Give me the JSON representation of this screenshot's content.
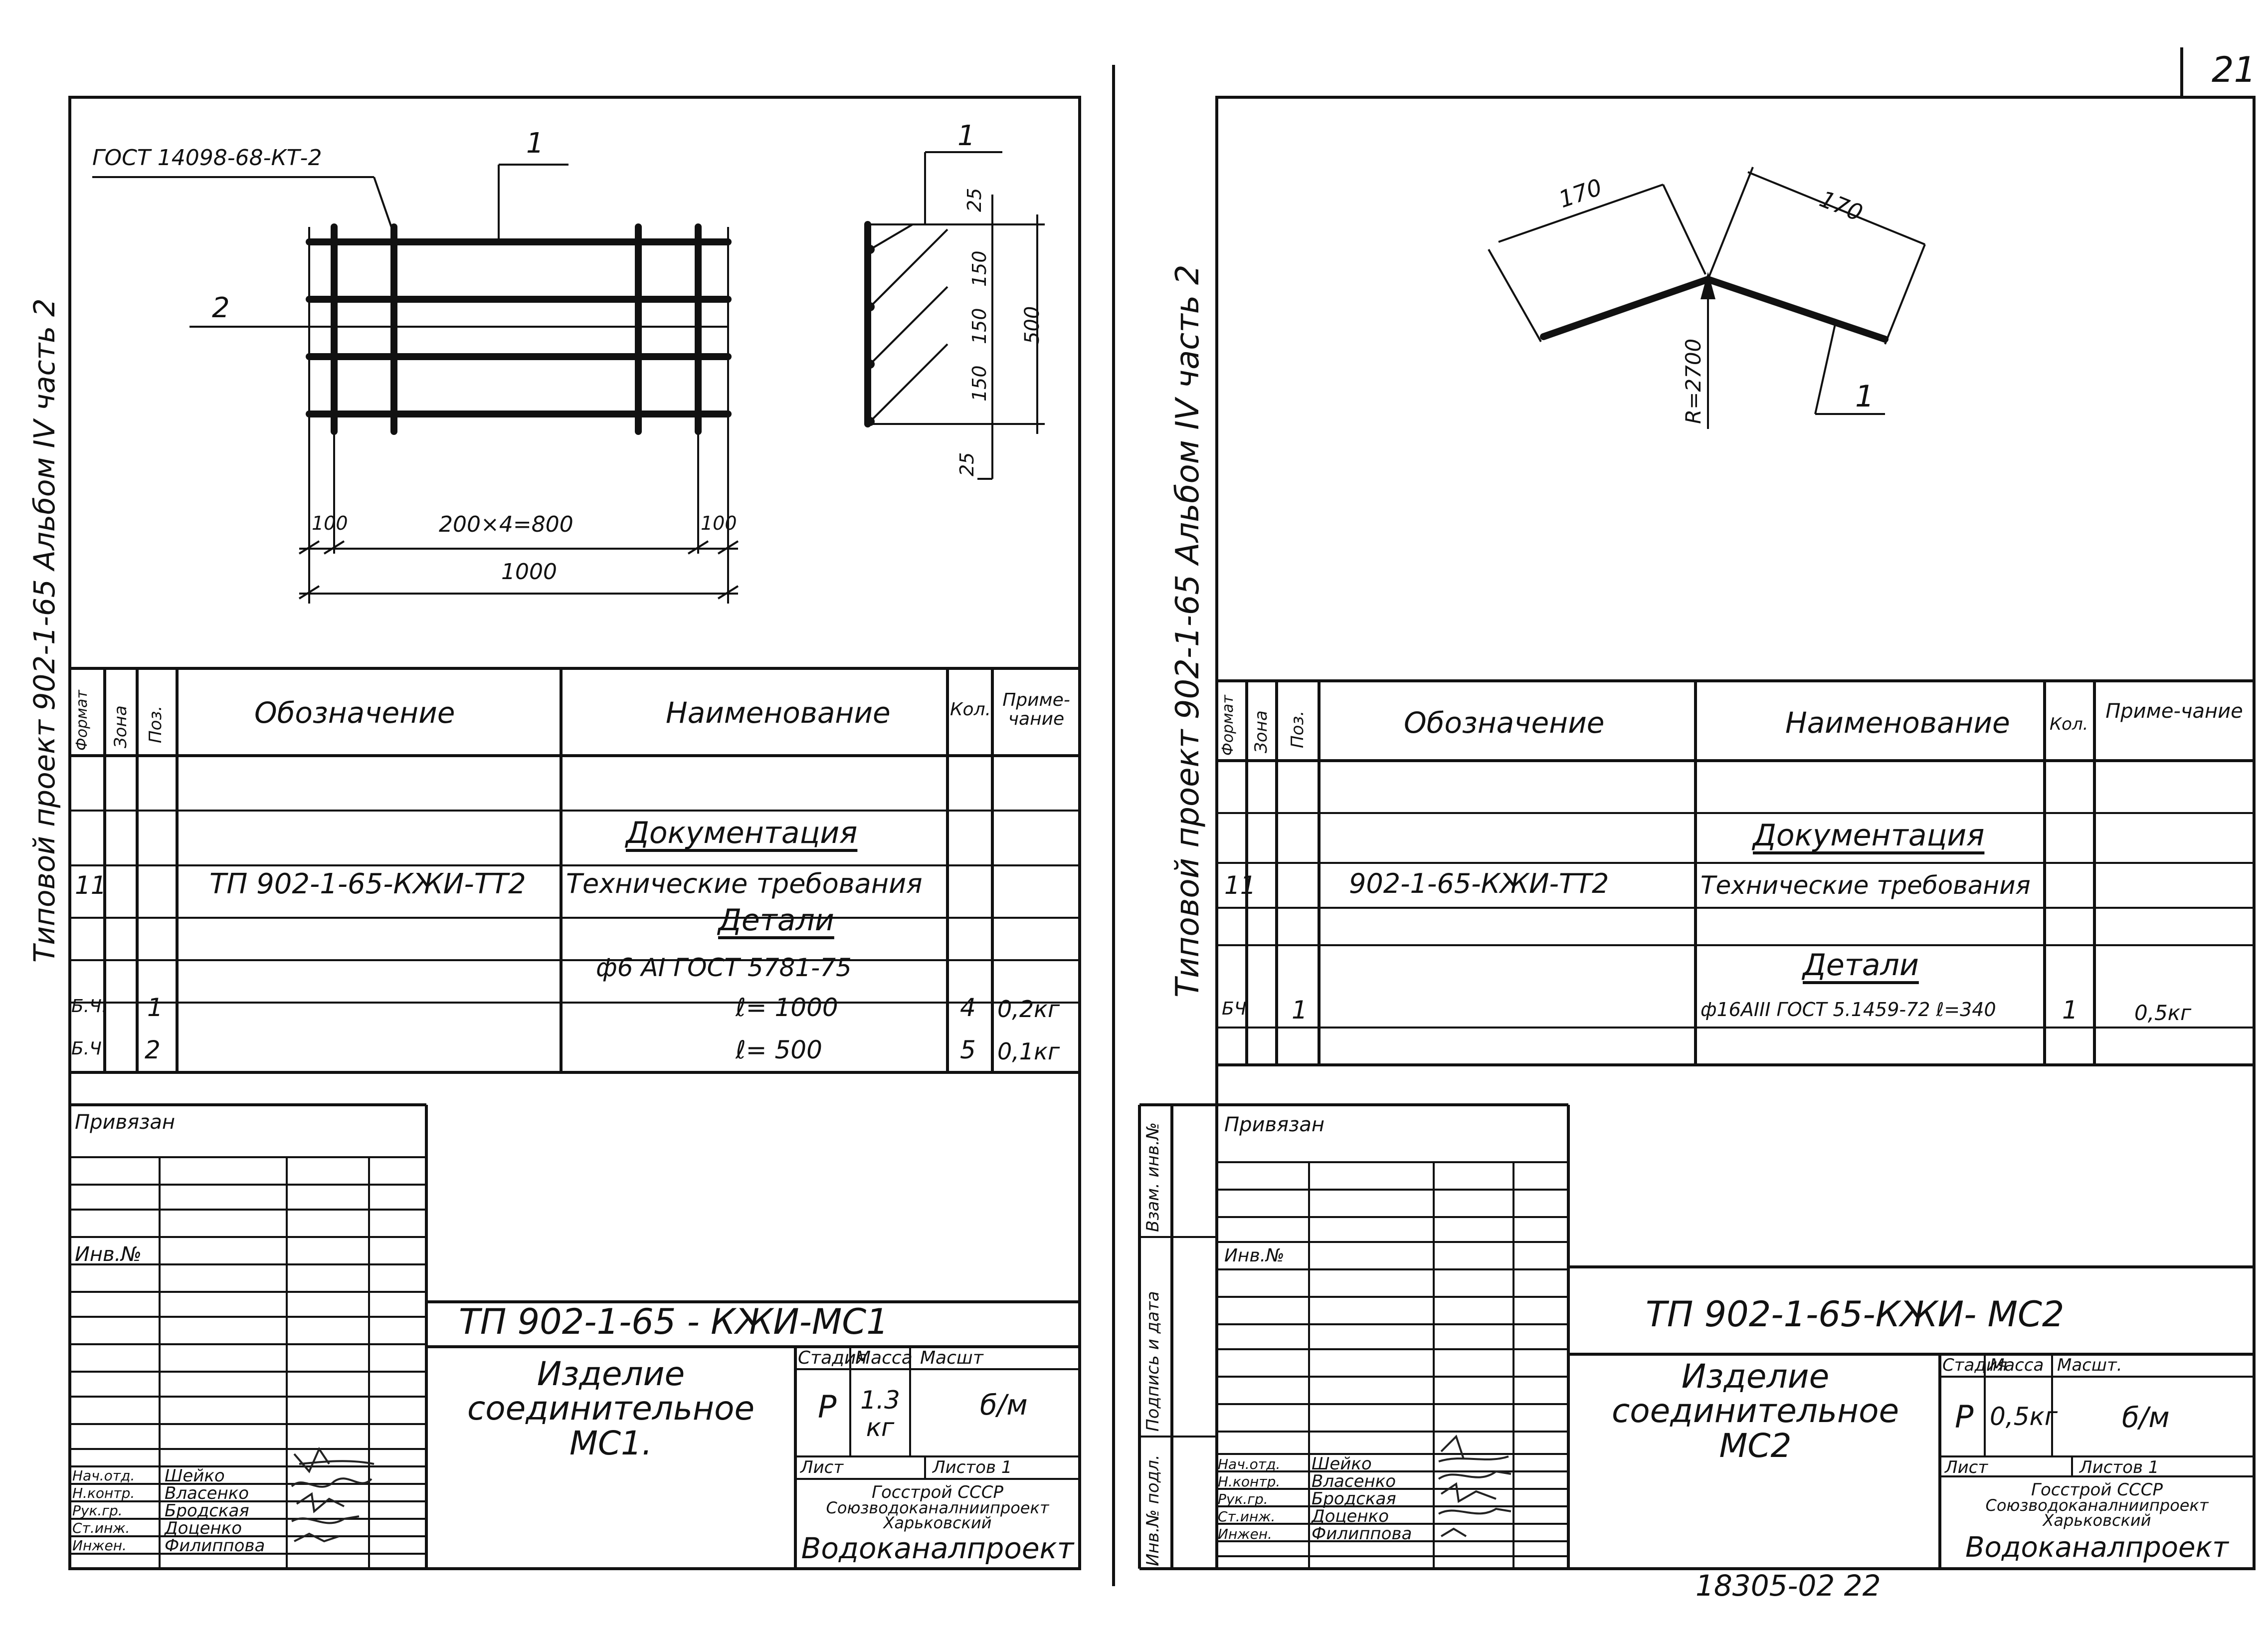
{
  "page_number": "21",
  "footer_number": "18305-02  22",
  "left": {
    "side_label": "Типовой  проект  902-1-65  Альбом IV часть 2",
    "drawing": {
      "gost_label": "ГОСТ 14098-68-КТ-2",
      "pos1": "1",
      "pos2": "2",
      "dim_100a": "100",
      "dim_800": "200×4=800",
      "dim_100b": "100",
      "dim_1000": "1000",
      "sec_pos1": "1",
      "dim_25a": "25",
      "dim_150a": "150",
      "dim_150b": "150",
      "dim_150c": "150",
      "dim_500": "500",
      "dim_25b": "25"
    },
    "spec": {
      "headers": {
        "format": "Формат",
        "zone": "Зона",
        "pos": "Поз.",
        "designation": "Обозначение",
        "name": "Наименование",
        "qty": "Кол.",
        "note": "Приме-чание"
      },
      "section_doc": "Документация",
      "row1": {
        "format": "11",
        "designation": "ТП 902-1-65-КЖИ-ТТ2",
        "name": "Технические требования"
      },
      "section_parts": "Детали",
      "material": "ф6 АI ГОСТ 5781-75",
      "row2": {
        "format": "Б.Ч.",
        "pos": "1",
        "name": "ℓ= 1000",
        "qty": "4",
        "note": "0,2кг"
      },
      "row3": {
        "format": "Б.Ч",
        "pos": "2",
        "name": "ℓ= 500",
        "qty": "5",
        "note": "0,1кг"
      }
    },
    "title_block": {
      "privyazan": "Привязан",
      "inv_no": "Инв.№",
      "code": "ТП 902-1-65 - КЖИ-МС1",
      "product": "Изделие соединительное МС1.",
      "stage_label": "Стадия",
      "mass_label": "Масса",
      "scale_label": "Масшт",
      "stage": "Р",
      "mass": "1.3 кг",
      "scale": "б/м",
      "sheet_label": "Лист",
      "sheets_label": "Листов 1",
      "org1": "Госстрой СССР",
      "org2": "Союзводоканалниипроект",
      "org3": "Харьковский",
      "org4": "Водоканалпроект",
      "roles": [
        {
          "role": "Нач.отд.",
          "person": "Шейко"
        },
        {
          "role": "Н.контр.",
          "person": "Власенко"
        },
        {
          "role": "Рук.гр.",
          "person": "Бродская"
        },
        {
          "role": "Ст.инж.",
          "person": "Доценко"
        },
        {
          "role": "Инжен.",
          "person": "Филиппова"
        }
      ]
    }
  },
  "right": {
    "side_label": "Типовой  проект  902-1-65  Альбом IV часть 2",
    "drawing": {
      "dim_170a": "170",
      "dim_170b": "170",
      "radius": "R=2700",
      "pos1": "1"
    },
    "spec": {
      "headers": {
        "format": "Формат",
        "zone": "Зона",
        "pos": "Поз.",
        "designation": "Обозначение",
        "name": "Наименование",
        "qty": "Кол.",
        "note": "Приме-чание"
      },
      "section_doc": "Документация",
      "row1": {
        "format": "11",
        "designation": "902-1-65-КЖИ-ТТ2",
        "name": "Технические требования"
      },
      "section_parts": "Детали",
      "row2": {
        "format": "БЧ",
        "pos": "1",
        "name": "ф16АIII ГОСТ 5.1459-72 ℓ=340",
        "qty": "1",
        "note": "0,5кг"
      }
    },
    "stamp_vertical": {
      "vzam": "Взам. инв.№",
      "podpis": "Подпись и дата",
      "inv_podl": "Инв.№ подл."
    },
    "title_block": {
      "privyazan": "Привязан",
      "inv_no": "Инв.№",
      "code": "ТП 902-1-65-КЖИ- МС2",
      "product": "Изделие соединительное МС2",
      "stage_label": "Стадия",
      "mass_label": "Масса",
      "scale_label": "Масшт.",
      "stage": "Р",
      "mass": "0,5кг",
      "scale": "б/м",
      "sheet_label": "Лист",
      "sheets_label": "Листов 1",
      "org1": "Госстрой СССР",
      "org2": "Союзводоканалниипроект",
      "org3": "Харьковский",
      "org4": "Водоканалпроект",
      "roles": [
        {
          "role": "Нач.отд.",
          "person": "Шейко"
        },
        {
          "role": "Н.контр.",
          "person": "Власенко"
        },
        {
          "role": "Рук.гр.",
          "person": "Бродская"
        },
        {
          "role": "Ст.инж.",
          "person": "Доценко"
        },
        {
          "role": "Инжен.",
          "person": "Филиппова"
        }
      ]
    }
  }
}
